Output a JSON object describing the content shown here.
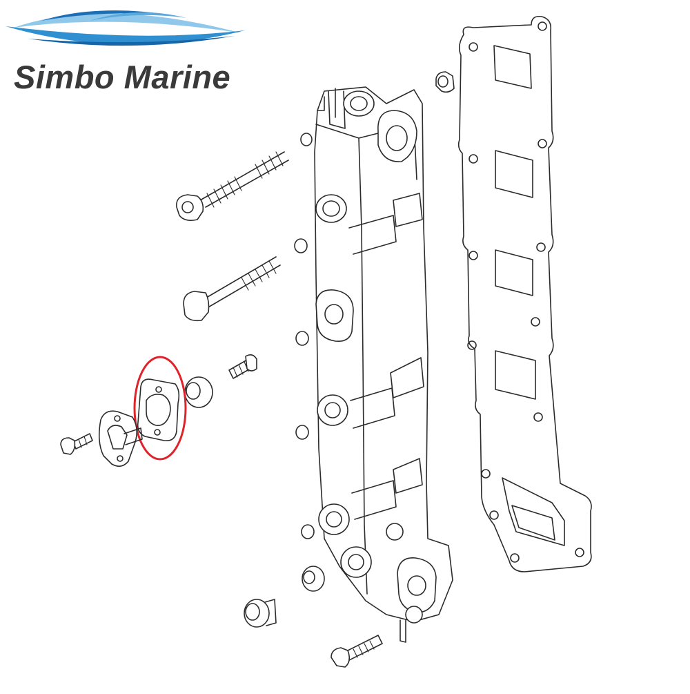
{
  "brand": {
    "name": "Simbo Marine",
    "logo_color": "#2e86c1",
    "text_color": "#3a3a3a"
  },
  "diagram": {
    "highlight_color": "#e0232a",
    "highlighted_part": "gasket",
    "parts": [
      "exhaust-manifold",
      "manifold-gasket",
      "long-stud-bolt",
      "long-bolt",
      "short-bolt",
      "washer",
      "gasket",
      "flange-cover",
      "small-bolt",
      "plug",
      "drain-bolt"
    ]
  }
}
